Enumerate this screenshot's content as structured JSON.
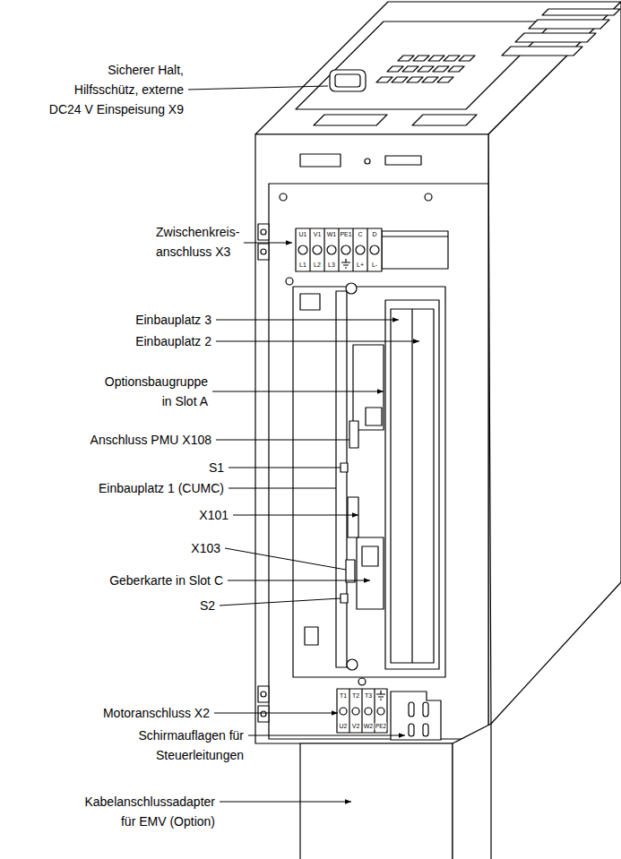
{
  "diagram": {
    "labels": [
      "Sicherer Halt, Hilfsschütz, externe DC24 V Einspeisung X9",
      "Zwischenkreis- anschluss X3",
      "Einbauplatz 3",
      "Einbauplatz 2",
      "Optionsbaugruppe in Slot A",
      "Anschluss PMU X108",
      "S1",
      "Einbauplatz 1 (CUMC)",
      "X101",
      "X103",
      "Geberkarte in Slot C",
      "S2",
      "Motoranschluss X2",
      "Schirmauflagen für Steuerleitungen",
      "Kabelanschlussadapter für EMV (Option)",
      "U1",
      "V1",
      "W1",
      "PE1",
      "C",
      "D",
      "L1",
      "L2",
      "L3",
      "L+",
      "L-",
      "T1",
      "T2",
      "T3",
      "U2",
      "V2",
      "W2",
      "PE2"
    ]
  }
}
